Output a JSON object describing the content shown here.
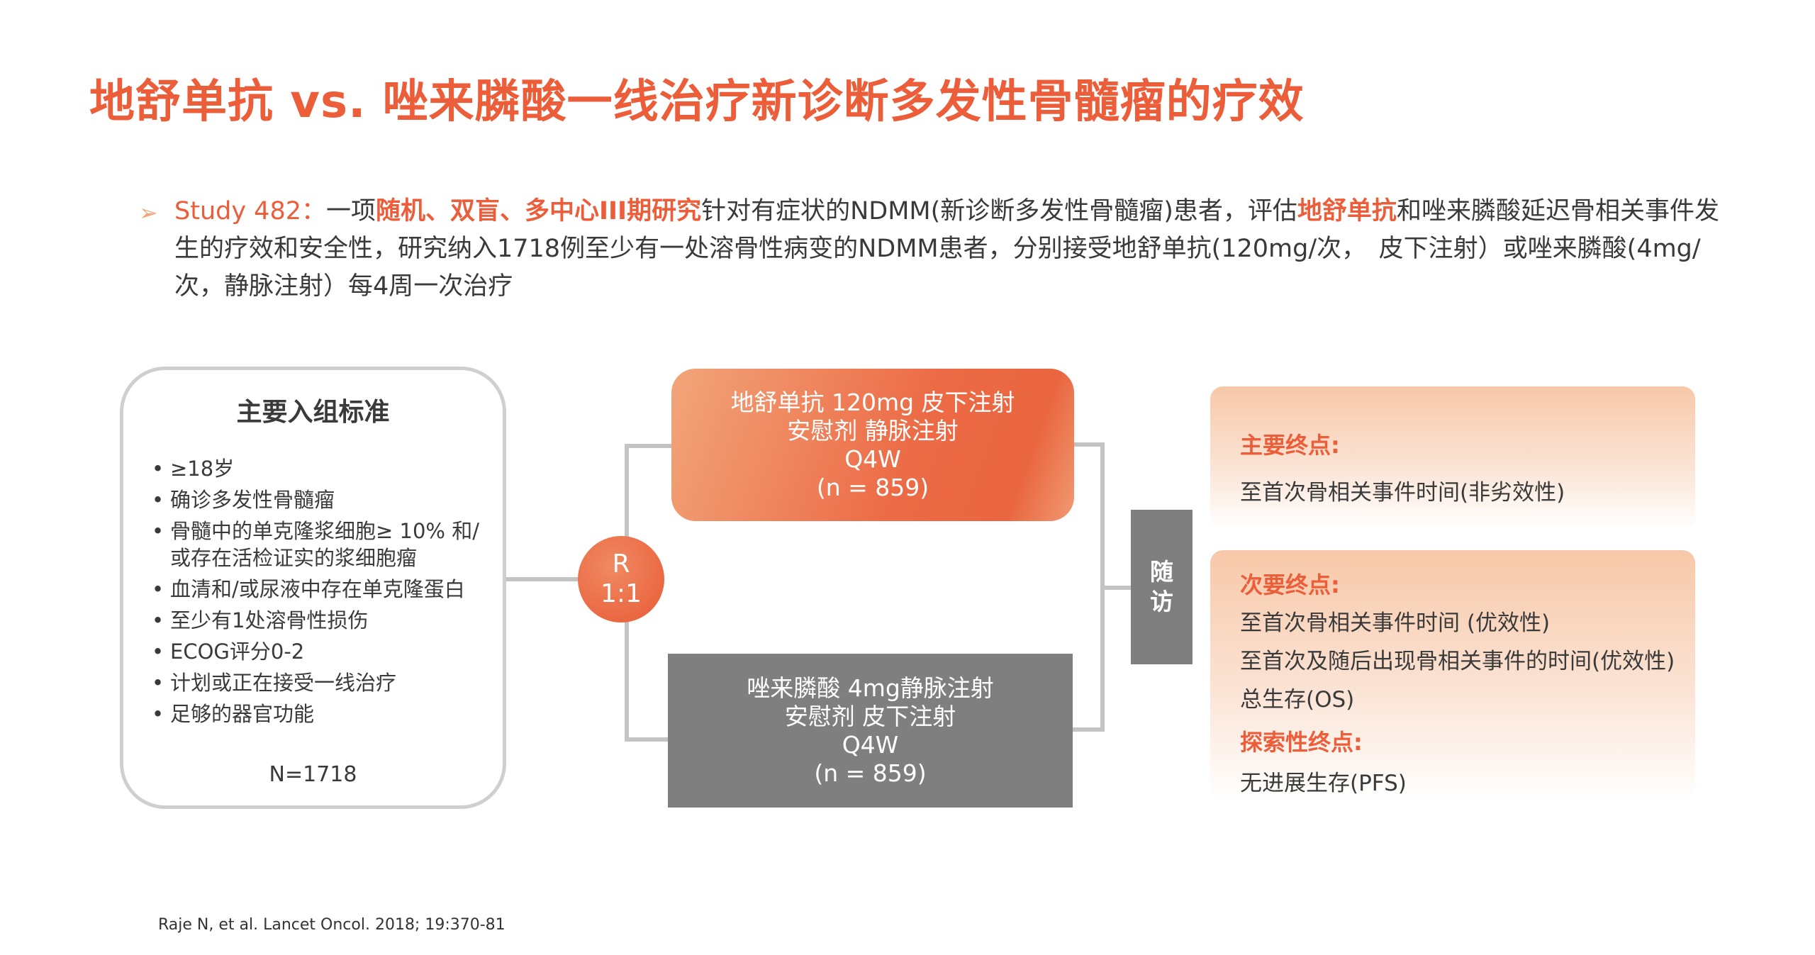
{
  "title": "地舒单抗 vs. 唑来膦酸一线治疗新诊断多发性骨髓瘤的疗效",
  "intro": {
    "study": "Study 482：",
    "p1": "一项",
    "hl1": "随机、双盲、多中心III期研究",
    "p2": "针对有症状的NDMM(新诊断多发性骨髓瘤)患者，评估",
    "hl2": "地舒单抗",
    "p3": "和唑来膦酸延迟骨相关事件发生的疗效和安全性，研究纳入1718例至少有一处溶骨性病变的NDMM患者，分别接受地舒单抗(120mg/次，　皮下注射）或唑来膦酸(4mg/次，静脉注射）每4周一次治疗"
  },
  "criteria": {
    "heading": "主要入组标准",
    "items": [
      "≥18岁",
      "确诊多发性骨髓瘤",
      "骨髓中的单克隆浆细胞≥ 10% 和/或存在活检证实的浆细胞瘤",
      "血清和/或尿液中存在单克隆蛋白",
      "至少有1处溶骨性损伤",
      "ECOG评分0-2",
      "计划或正在接受一线治疗",
      "足够的器官功能"
    ],
    "total": "N=1718"
  },
  "randomization": {
    "r": "R",
    "ratio": "1:1"
  },
  "arm1": {
    "l1": "地舒单抗 120mg 皮下注射",
    "l2": "安慰剂 静脉注射",
    "l3": "Q4W",
    "l4": "(n = 859)"
  },
  "arm2": {
    "l1": "唑来膦酸 4mg静脉注射",
    "l2": "安慰剂 皮下注射",
    "l3": "Q4W",
    "l4": "(n = 859)"
  },
  "followup": {
    "c1": "随",
    "c2": "访"
  },
  "primary": {
    "heading": "主要终点:",
    "items": [
      "至首次骨相关事件时间(非劣效性)"
    ]
  },
  "secondary": {
    "heading": "次要终点:",
    "items": [
      "至首次骨相关事件时间 (优效性)",
      "至首次及随后出现骨相关事件的时间(优效性)",
      "总生存(OS)"
    ]
  },
  "exploratory": {
    "heading": "探索性终点:",
    "items": [
      "无进展生存(PFS)"
    ]
  },
  "reference": "Raje N, et al.  Lancet Oncol. 2018; 19:370-81",
  "colors": {
    "accent": "#ec5d3a",
    "gray": "#7f7f7f"
  }
}
